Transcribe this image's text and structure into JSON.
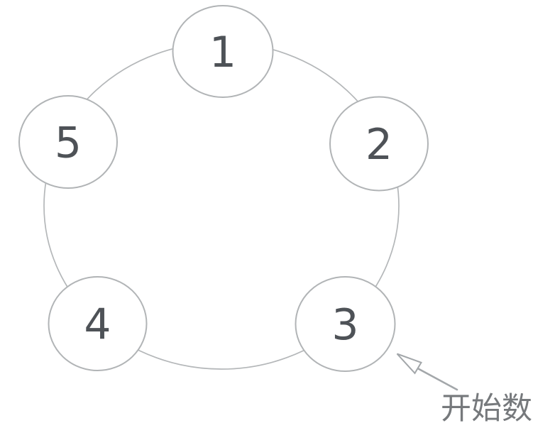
{
  "diagram": {
    "nodes": [
      {
        "label": "1"
      },
      {
        "label": "2"
      },
      {
        "label": "3"
      },
      {
        "label": "4"
      },
      {
        "label": "5"
      }
    ],
    "annotation": {
      "text": "开始数",
      "points_to_node": "3"
    },
    "colors": {
      "background": "#ffffff",
      "ring_stroke": "#b4b7b9",
      "node_stroke": "#b1b4b6",
      "node_fill": "#ffffff",
      "number_text": "#4e5257",
      "arrow": "#a3a7aa",
      "annotation_text": "#76797c"
    }
  }
}
